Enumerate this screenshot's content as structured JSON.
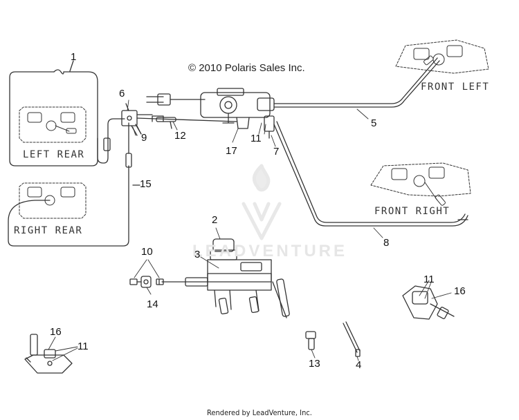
{
  "copyright": "© 2010 Polaris Sales Inc.",
  "footer": "Rendered by LeadVenture, Inc.",
  "watermark_text": "LEADVENTURE",
  "position_labels": {
    "front_left": "FRONT LEFT",
    "front_right": "FRONT RIGHT",
    "left_rear": "LEFT REAR",
    "right_rear": "RIGHT REAR"
  },
  "callouts": {
    "c1": "1",
    "c2": "2",
    "c3": "3",
    "c4": "4",
    "c5": "5",
    "c6": "6",
    "c7": "7",
    "c8": "8",
    "c9": "9",
    "c10": "10",
    "c11a": "11",
    "c11b": "11",
    "c11c": "11",
    "c12": "12",
    "c13": "13",
    "c14": "14",
    "c15": "15",
    "c16a": "16",
    "c16b": "16",
    "c17": "17"
  },
  "colors": {
    "line": "#333333",
    "watermark": "#e6e6e6"
  }
}
